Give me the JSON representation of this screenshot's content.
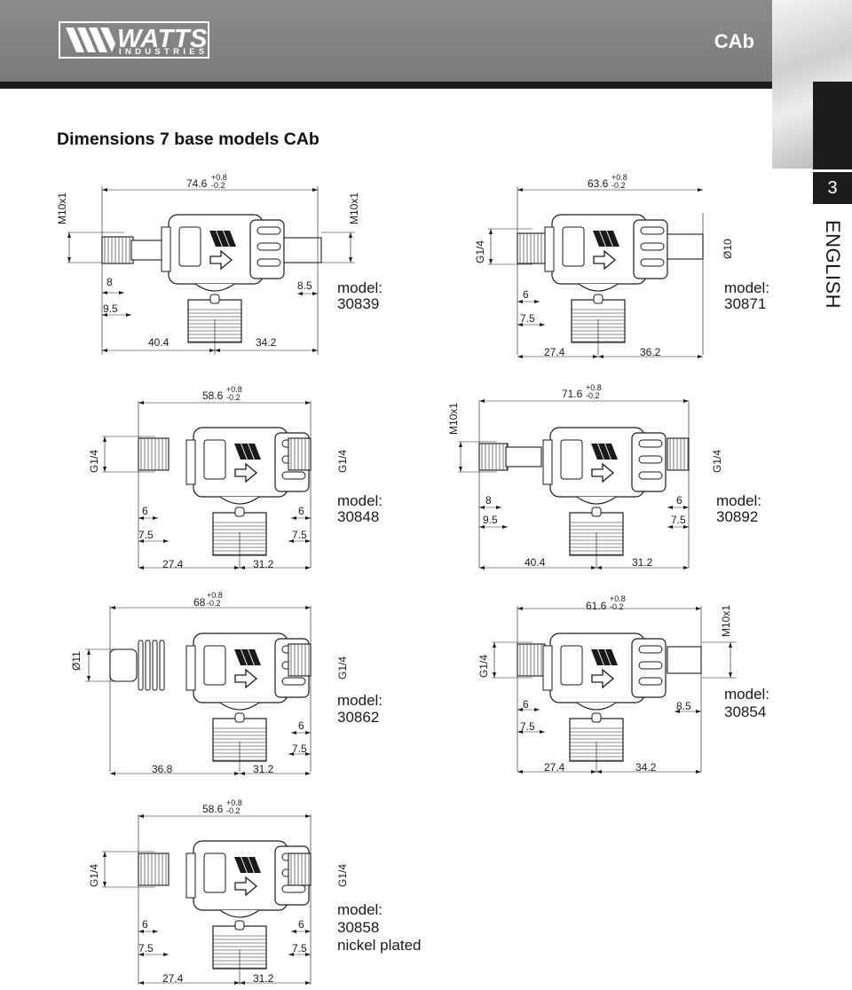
{
  "header": {
    "brand": "WATTS",
    "brand_sub": "INDUSTRIES",
    "title": "CAb"
  },
  "sidebar": {
    "page_number": "3",
    "language": "ENGLISH"
  },
  "page": {
    "heading": "Dimensions 7 base models CAb"
  },
  "tolerance": {
    "plus": "+0.8",
    "minus": "-0.2"
  },
  "models": [
    {
      "model_label": "model:",
      "model_number": "30839",
      "overall_length": "74.6",
      "inlet_thread": "M10x1",
      "outlet_thread": "M10x1",
      "left_dims": [
        "8",
        "9.5"
      ],
      "right_dims": [
        "8.5"
      ],
      "bottom_dims": [
        "40.4",
        "34.2"
      ]
    },
    {
      "model_label": "model:",
      "model_number": "30871",
      "overall_length": "63.6",
      "inlet_thread": "G1/4",
      "outlet_thread": "Ø10",
      "left_dims": [
        "6",
        "7.5"
      ],
      "right_dims": [],
      "bottom_dims": [
        "27.4",
        "36.2"
      ]
    },
    {
      "model_label": "model:",
      "model_number": "30848",
      "overall_length": "58.6",
      "inlet_thread": "G1/4",
      "outlet_thread": "G1/4",
      "left_dims": [
        "6",
        "7.5"
      ],
      "right_dims": [
        "6",
        "7.5"
      ],
      "bottom_dims": [
        "27.4",
        "31.2"
      ]
    },
    {
      "model_label": "model:",
      "model_number": "30892",
      "overall_length": "71.6",
      "inlet_thread": "M10x1",
      "outlet_thread": "G1/4",
      "left_dims": [
        "8",
        "9.5"
      ],
      "right_dims": [
        "6",
        "7.5"
      ],
      "bottom_dims": [
        "40.4",
        "31.2"
      ]
    },
    {
      "model_label": "model:",
      "model_number": "30862",
      "overall_length": "68",
      "inlet_thread": "Ø11",
      "outlet_thread": "G1/4",
      "left_dims": [],
      "right_dims": [
        "6",
        "7.5"
      ],
      "bottom_dims": [
        "36.8",
        "31.2"
      ]
    },
    {
      "model_label": "model:",
      "model_number": "30854",
      "overall_length": "61.6",
      "inlet_thread": "G1/4",
      "outlet_thread": "M10x1",
      "left_dims": [
        "6",
        "7.5"
      ],
      "right_dims": [
        "8.5"
      ],
      "bottom_dims": [
        "27.4",
        "34.2"
      ]
    },
    {
      "model_label": "model:",
      "model_number": "30858",
      "model_note": "nickel plated",
      "overall_length": "58.6",
      "inlet_thread": "G1/4",
      "outlet_thread": "G1/4",
      "left_dims": [
        "6",
        "7.5"
      ],
      "right_dims": [
        "6",
        "7.5"
      ],
      "bottom_dims": [
        "27.4",
        "31.2"
      ]
    }
  ]
}
